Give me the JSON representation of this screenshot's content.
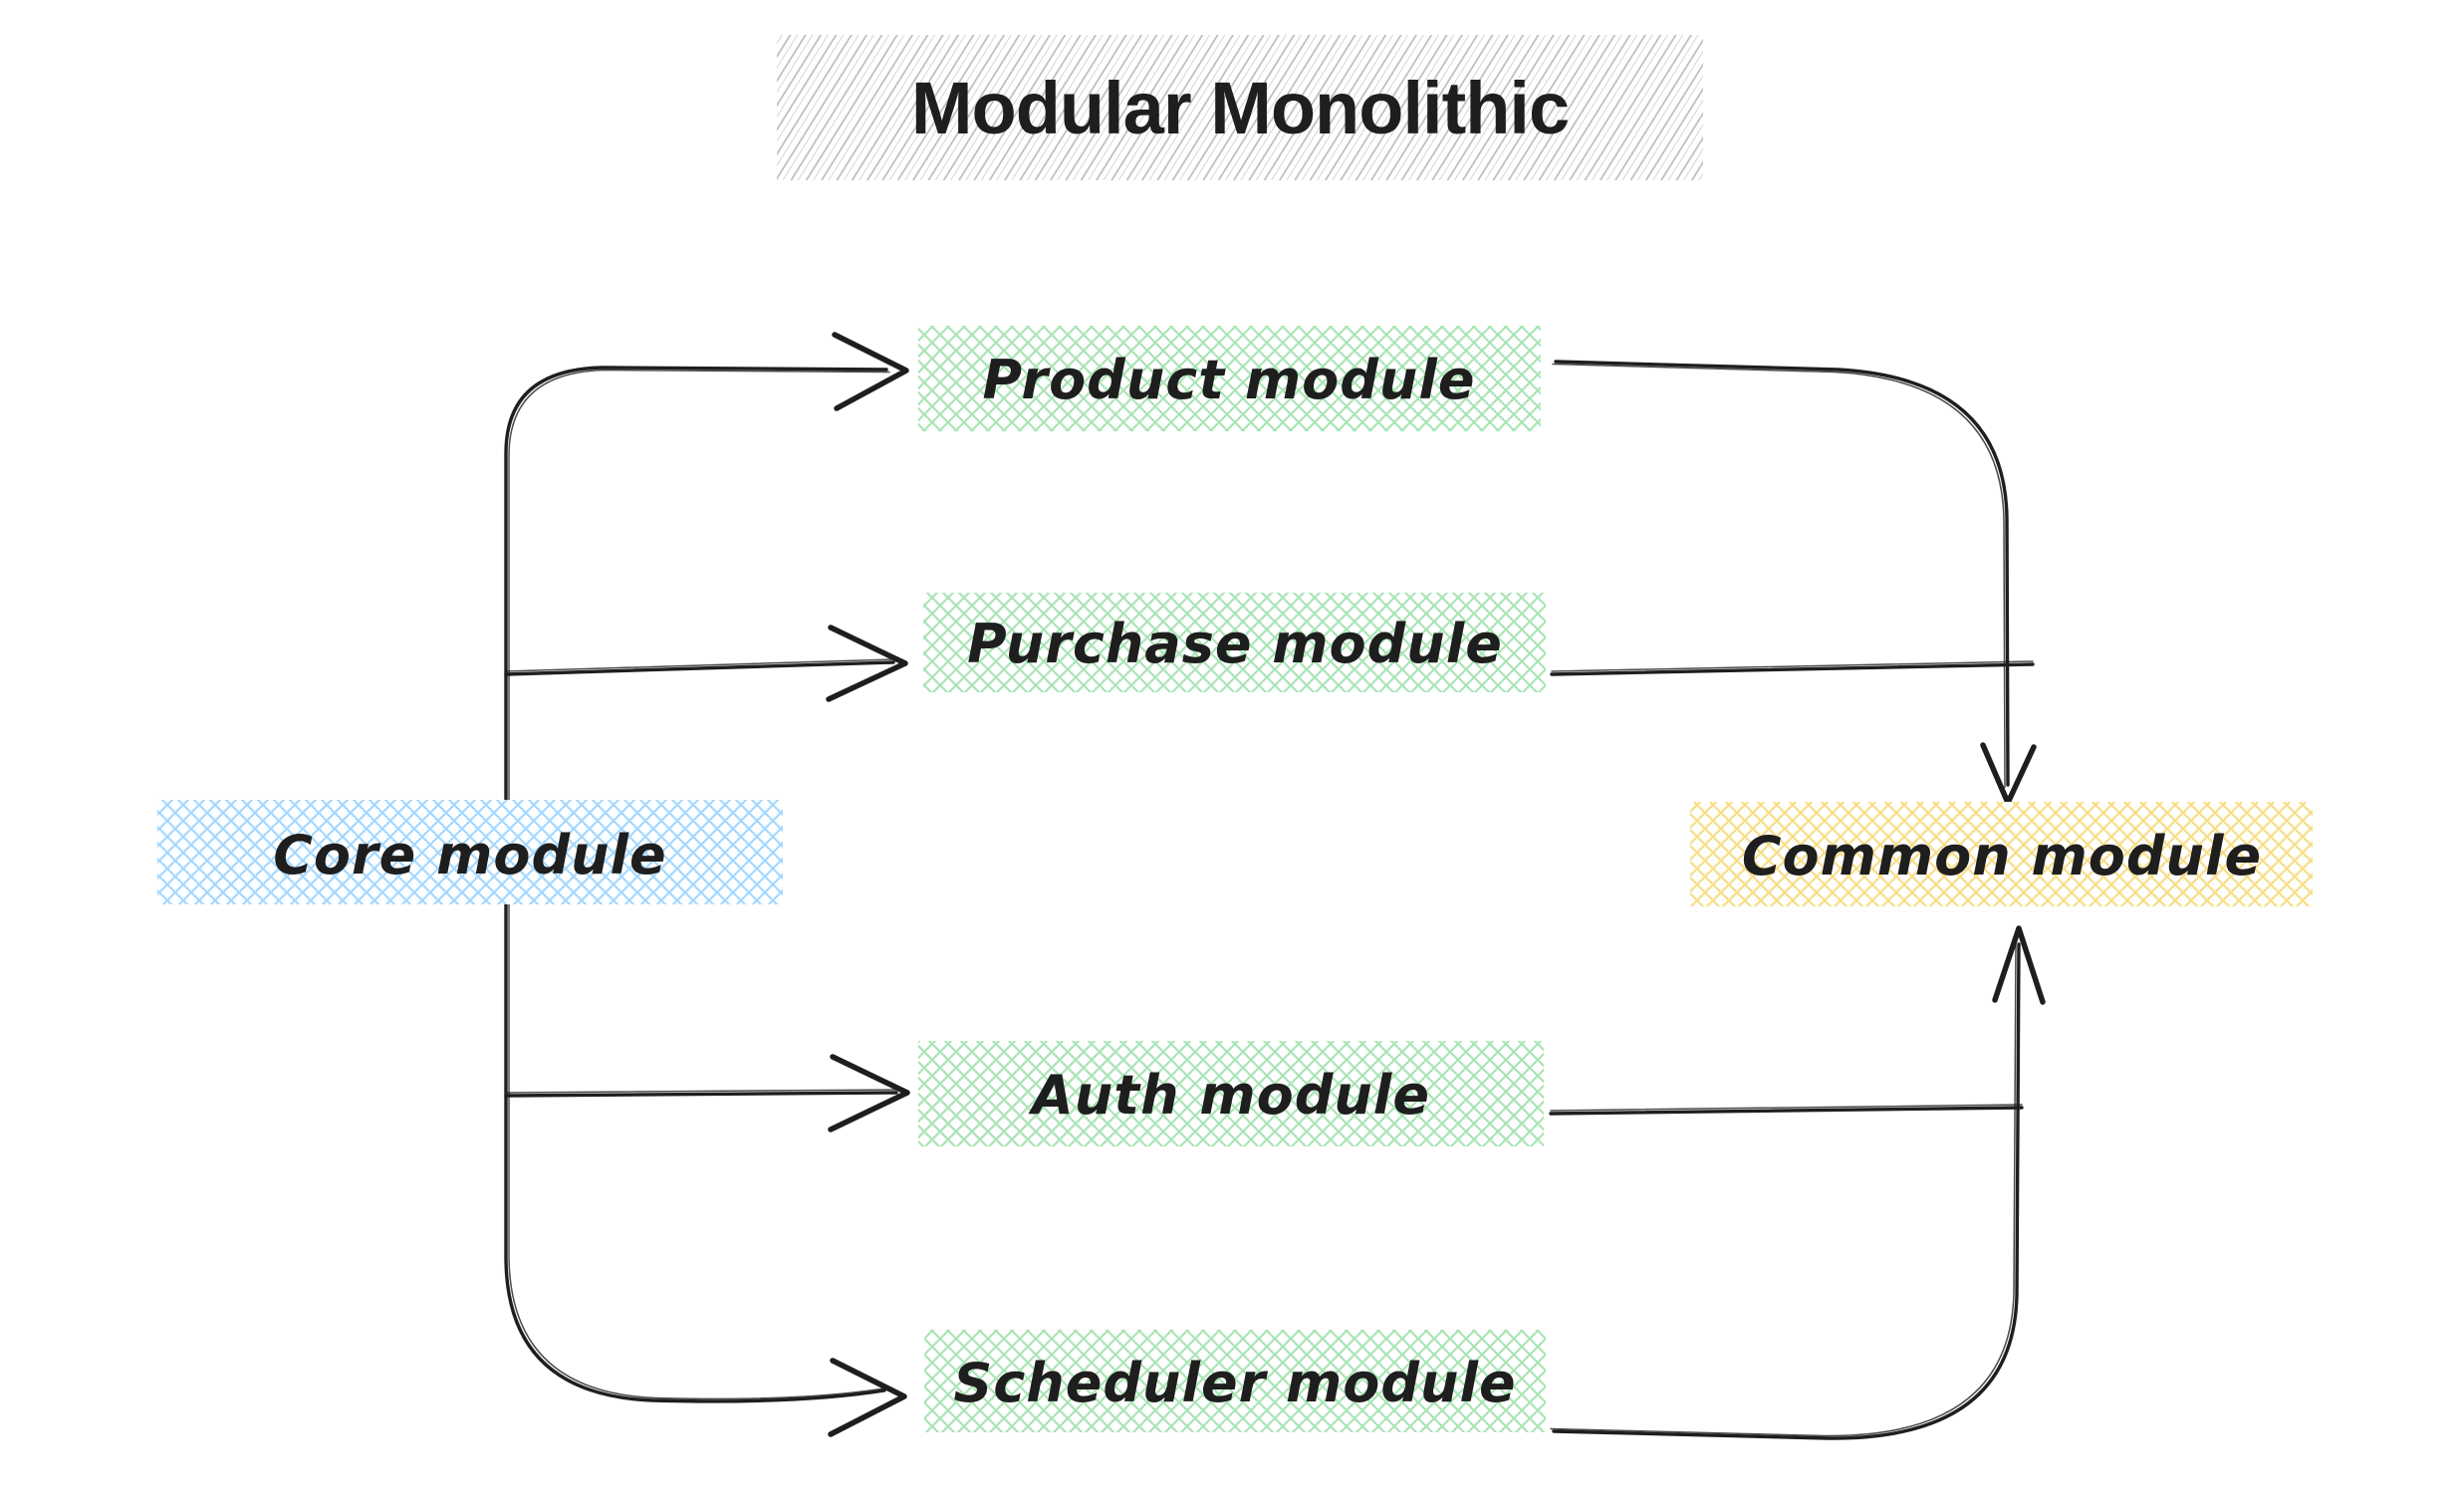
{
  "title": {
    "text": "Modular Monolithic"
  },
  "nodes": {
    "core": {
      "label": "Core module",
      "hatch_color": "#a5d8ff"
    },
    "product": {
      "label": "Product module",
      "hatch_color": "#a9e5b5"
    },
    "purchase": {
      "label": "Purchase module",
      "hatch_color": "#a9e5b5"
    },
    "auth": {
      "label": "Auth module",
      "hatch_color": "#a9e5b5"
    },
    "scheduler": {
      "label": "Scheduler module",
      "hatch_color": "#a9e5b5"
    },
    "common": {
      "label": "Common module",
      "hatch_color": "#f8dd88"
    }
  },
  "edges": [
    {
      "from": "Core module",
      "to": "Product module"
    },
    {
      "from": "Core module",
      "to": "Purchase module"
    },
    {
      "from": "Core module",
      "to": "Auth module"
    },
    {
      "from": "Core module",
      "to": "Scheduler module"
    },
    {
      "from": "Product module",
      "to": "Common module"
    },
    {
      "from": "Purchase module",
      "to": "Common module"
    },
    {
      "from": "Auth module",
      "to": "Common module"
    },
    {
      "from": "Scheduler module",
      "to": "Common module"
    }
  ],
  "colors": {
    "ink": "#1e1e1e",
    "title_hatch": "#bcbcbc",
    "background": "#ffffff"
  }
}
